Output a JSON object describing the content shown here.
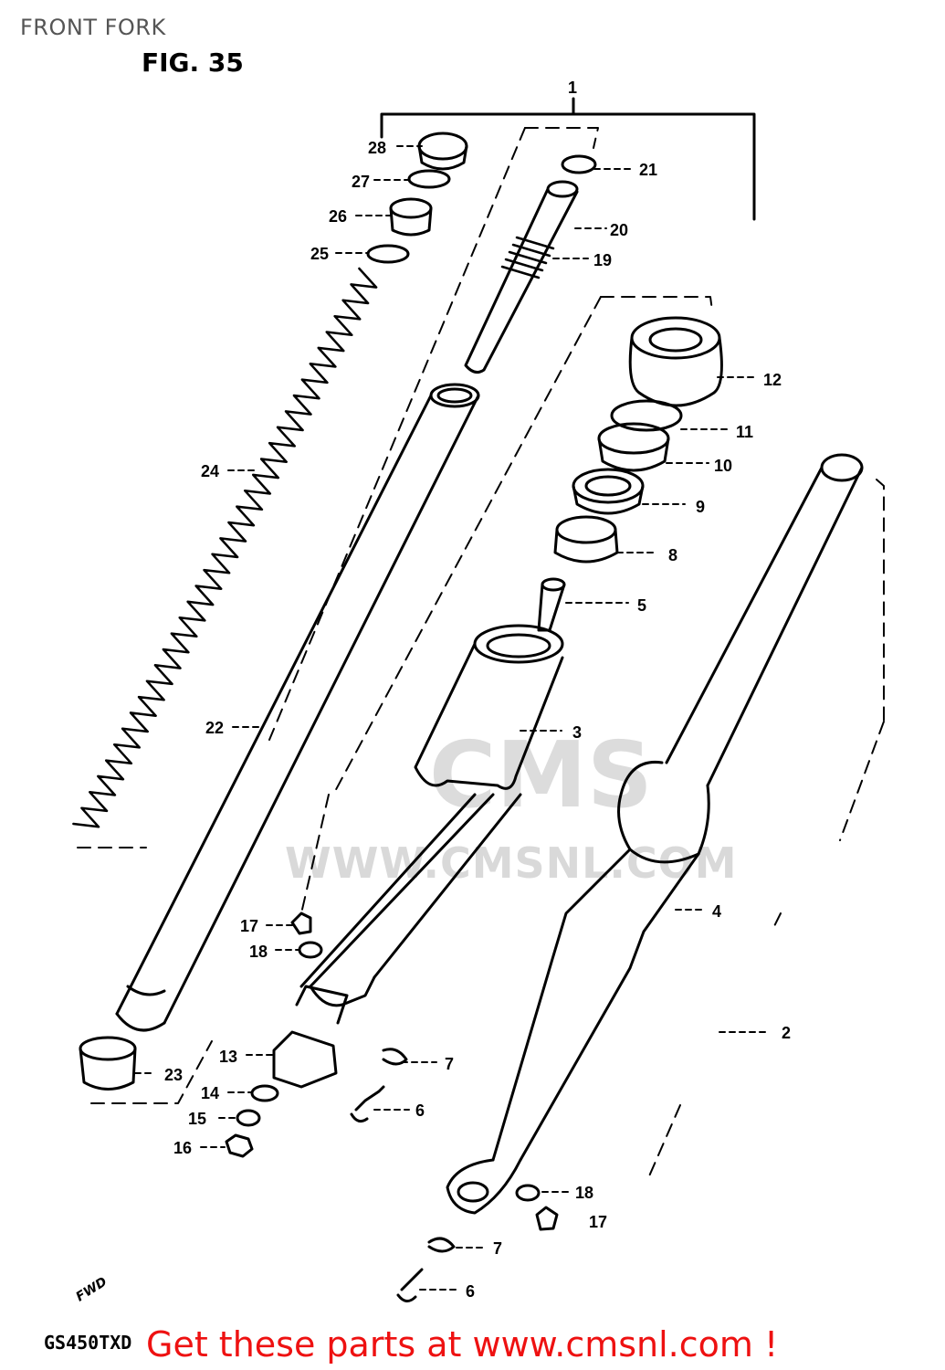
{
  "header": {
    "title": "FRONT FORK",
    "figure": "FIG. 35"
  },
  "watermark": {
    "logo_text": "CMS",
    "url_text": "WWW.CMSNL.COM"
  },
  "footer": {
    "model_code": "GS450TXD",
    "promo_text": "Get these parts at www.cmsnl.com !",
    "fwd_label": "FWD"
  },
  "callouts": {
    "c1": "1",
    "c2": "2",
    "c3": "3",
    "c4": "4",
    "c5": "5",
    "c6a": "6",
    "c6b": "6",
    "c7a": "7",
    "c7b": "7",
    "c8": "8",
    "c9": "9",
    "c10": "10",
    "c11": "11",
    "c12": "12",
    "c13": "13",
    "c14": "14",
    "c15": "15",
    "c16": "16",
    "c17a": "17",
    "c17b": "17",
    "c18a": "18",
    "c18b": "18",
    "c19": "19",
    "c20": "20",
    "c21": "21",
    "c22": "22",
    "c23": "23",
    "c24": "24",
    "c25": "25",
    "c26": "26",
    "c27": "27",
    "c28": "28"
  },
  "colors": {
    "line": "#000000",
    "watermark": "#dcdcdc",
    "promo": "#ee1111"
  }
}
